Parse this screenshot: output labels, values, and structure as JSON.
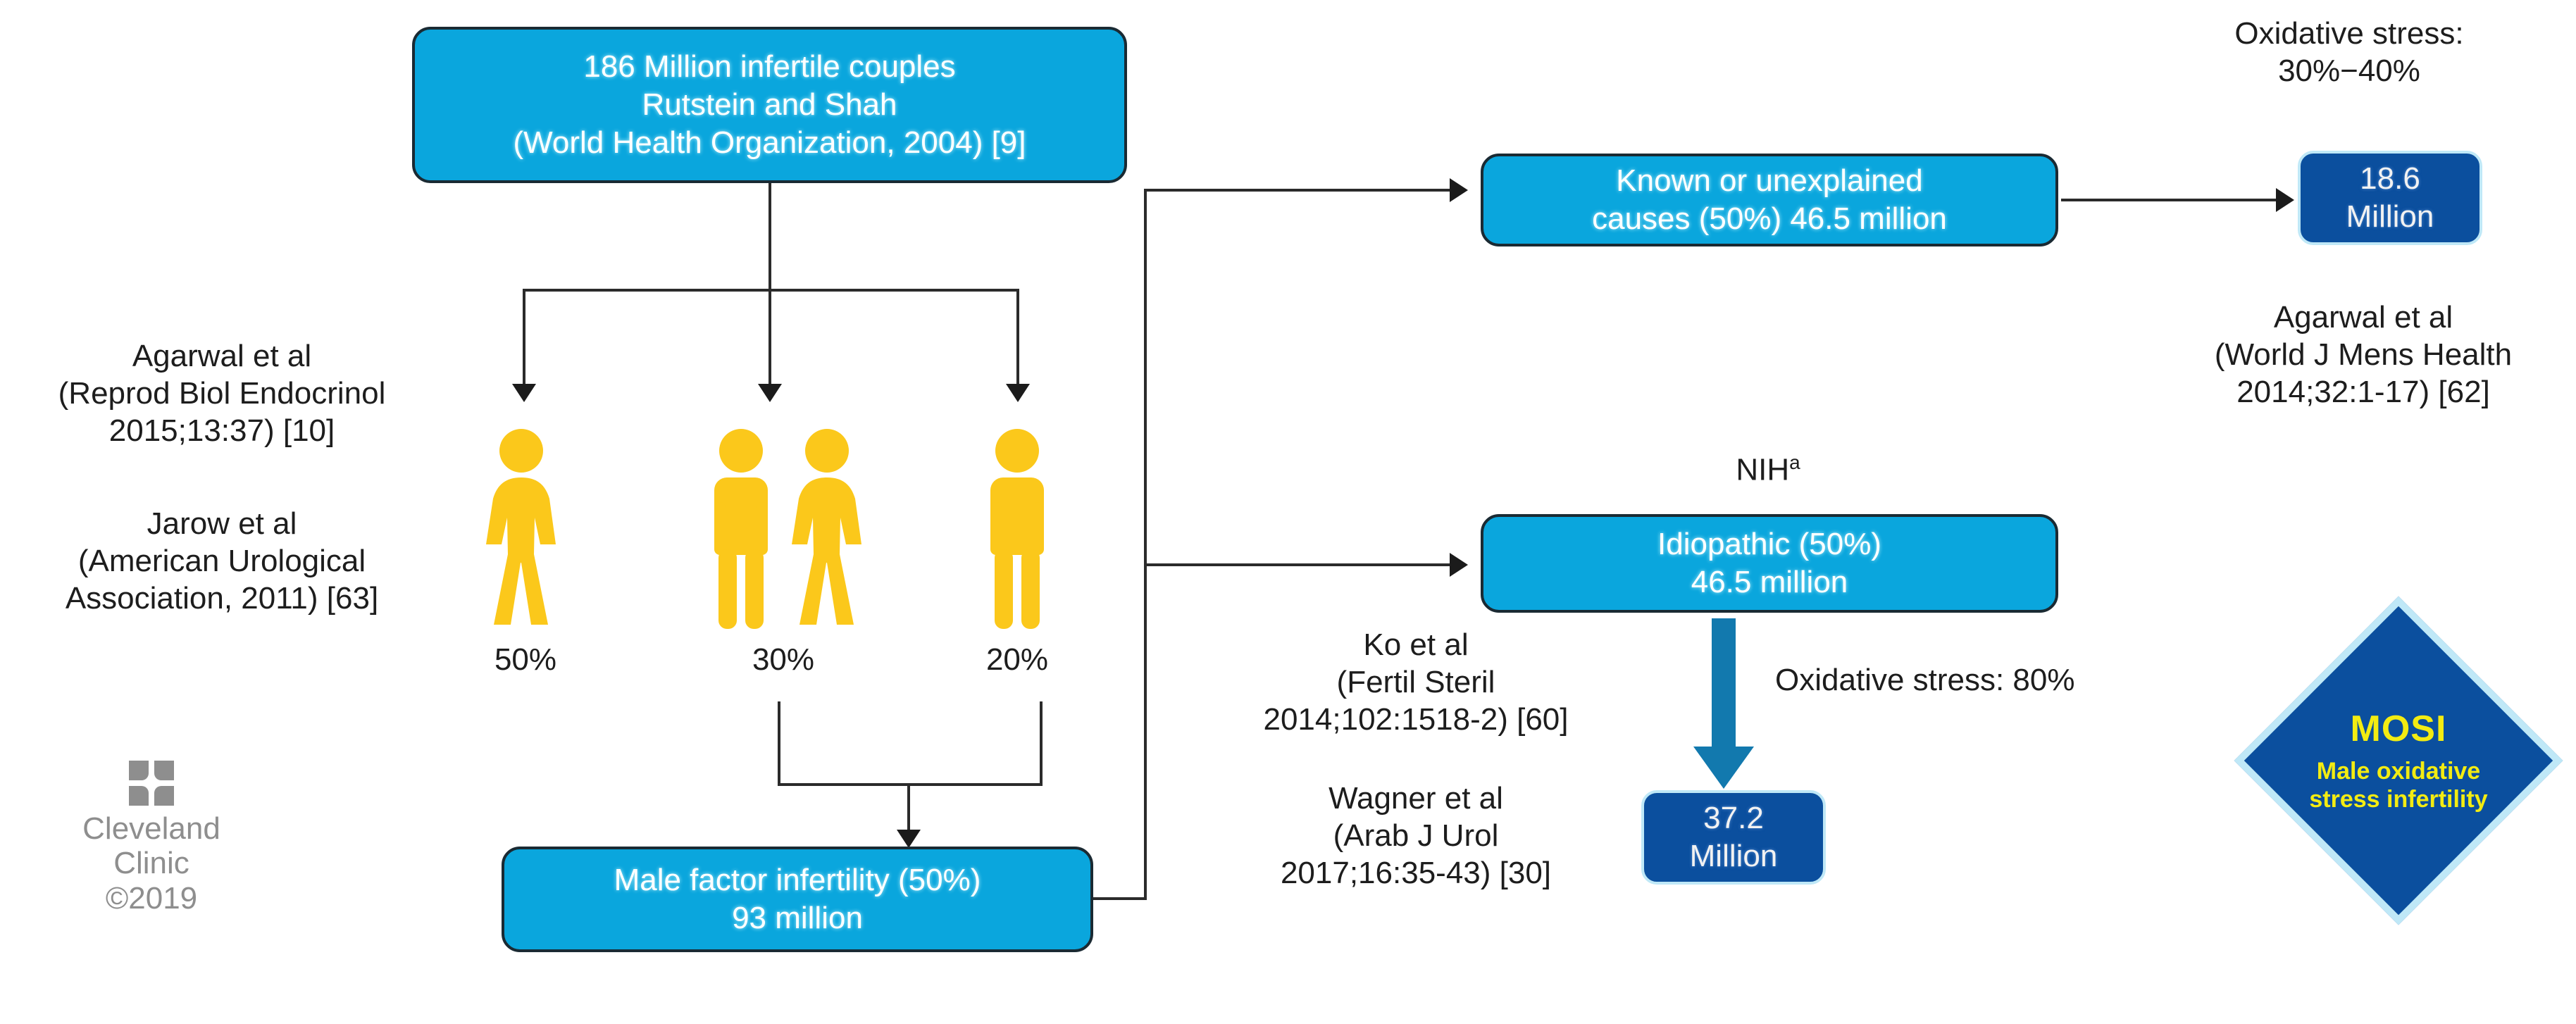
{
  "figure": {
    "title": "Global infertility burden and male oxidative stress infertility (MOSI) flow diagram",
    "colors": {
      "light_blue_box": "#0aa6dd",
      "dark_blue_box": "#0b4f9e",
      "pictogram_yellow": "#fbc81b",
      "mosi_text_yellow": "#f3ec12",
      "arrow_blue": "#1279ae",
      "connector_gray": "#2b2b2b",
      "logo_gray": "#8e8e8e"
    }
  },
  "nodes": {
    "root": {
      "line1": "186 Million infertile couples",
      "line2": "Rutstein and Shah",
      "line3": "(World Health Organization, 2004) [9]"
    },
    "male_factor": {
      "line1": "Male factor infertility (50%)",
      "line2": "93 million"
    },
    "known_causes": {
      "line1": "Known or unexplained",
      "line2": "causes (50%) 46.5 million"
    },
    "idiopathic": {
      "line1": "Idiopathic (50%)",
      "line2": "46.5 million"
    },
    "known_os_result": {
      "line1": "18.6",
      "line2": "Million"
    },
    "idiopathic_os_result": {
      "line1": "37.2",
      "line2": "Million"
    }
  },
  "labels": {
    "nih": "NIH",
    "nih_superscript": "a",
    "oxidative_stress_known_line1": "Oxidative stress:",
    "oxidative_stress_known_line2": "30%−40%",
    "oxidative_stress_idiopathic": "Oxidative stress: 80%"
  },
  "pictograms": [
    {
      "name": "female-figure",
      "genders": [
        "female"
      ],
      "percent": "50%"
    },
    {
      "name": "male-female-pair",
      "genders": [
        "male",
        "female"
      ],
      "percent": "30%"
    },
    {
      "name": "male-figure",
      "genders": [
        "male"
      ],
      "percent": "20%"
    }
  ],
  "citations": {
    "left": [
      {
        "line1": "Agarwal et al",
        "line2": "(Reprod Biol Endocrinol",
        "line3": "2015;13:37) [10]"
      },
      {
        "line1": "Jarow et al",
        "line2": "(American Urological",
        "line3": "Association, 2011) [63]"
      }
    ],
    "middle": [
      {
        "line1": "Ko et al",
        "line2": "(Fertil Steril",
        "line3": "2014;102:1518-2) [60]"
      },
      {
        "line1": "Wagner et al",
        "line2": "(Arab J Urol",
        "line3": "2017;16:35-43) [30]"
      }
    ],
    "right": [
      {
        "line1": "Agarwal et al",
        "line2": "(World J Mens Health",
        "line3": "2014;32:1-17) [62]"
      }
    ]
  },
  "mosi": {
    "acronym": "MOSI",
    "expansion_line1": "Male oxidative",
    "expansion_line2": "stress infertility"
  },
  "logo": {
    "name_line1": "Cleveland",
    "name_line2": "Clinic",
    "copyright": "©2019"
  }
}
